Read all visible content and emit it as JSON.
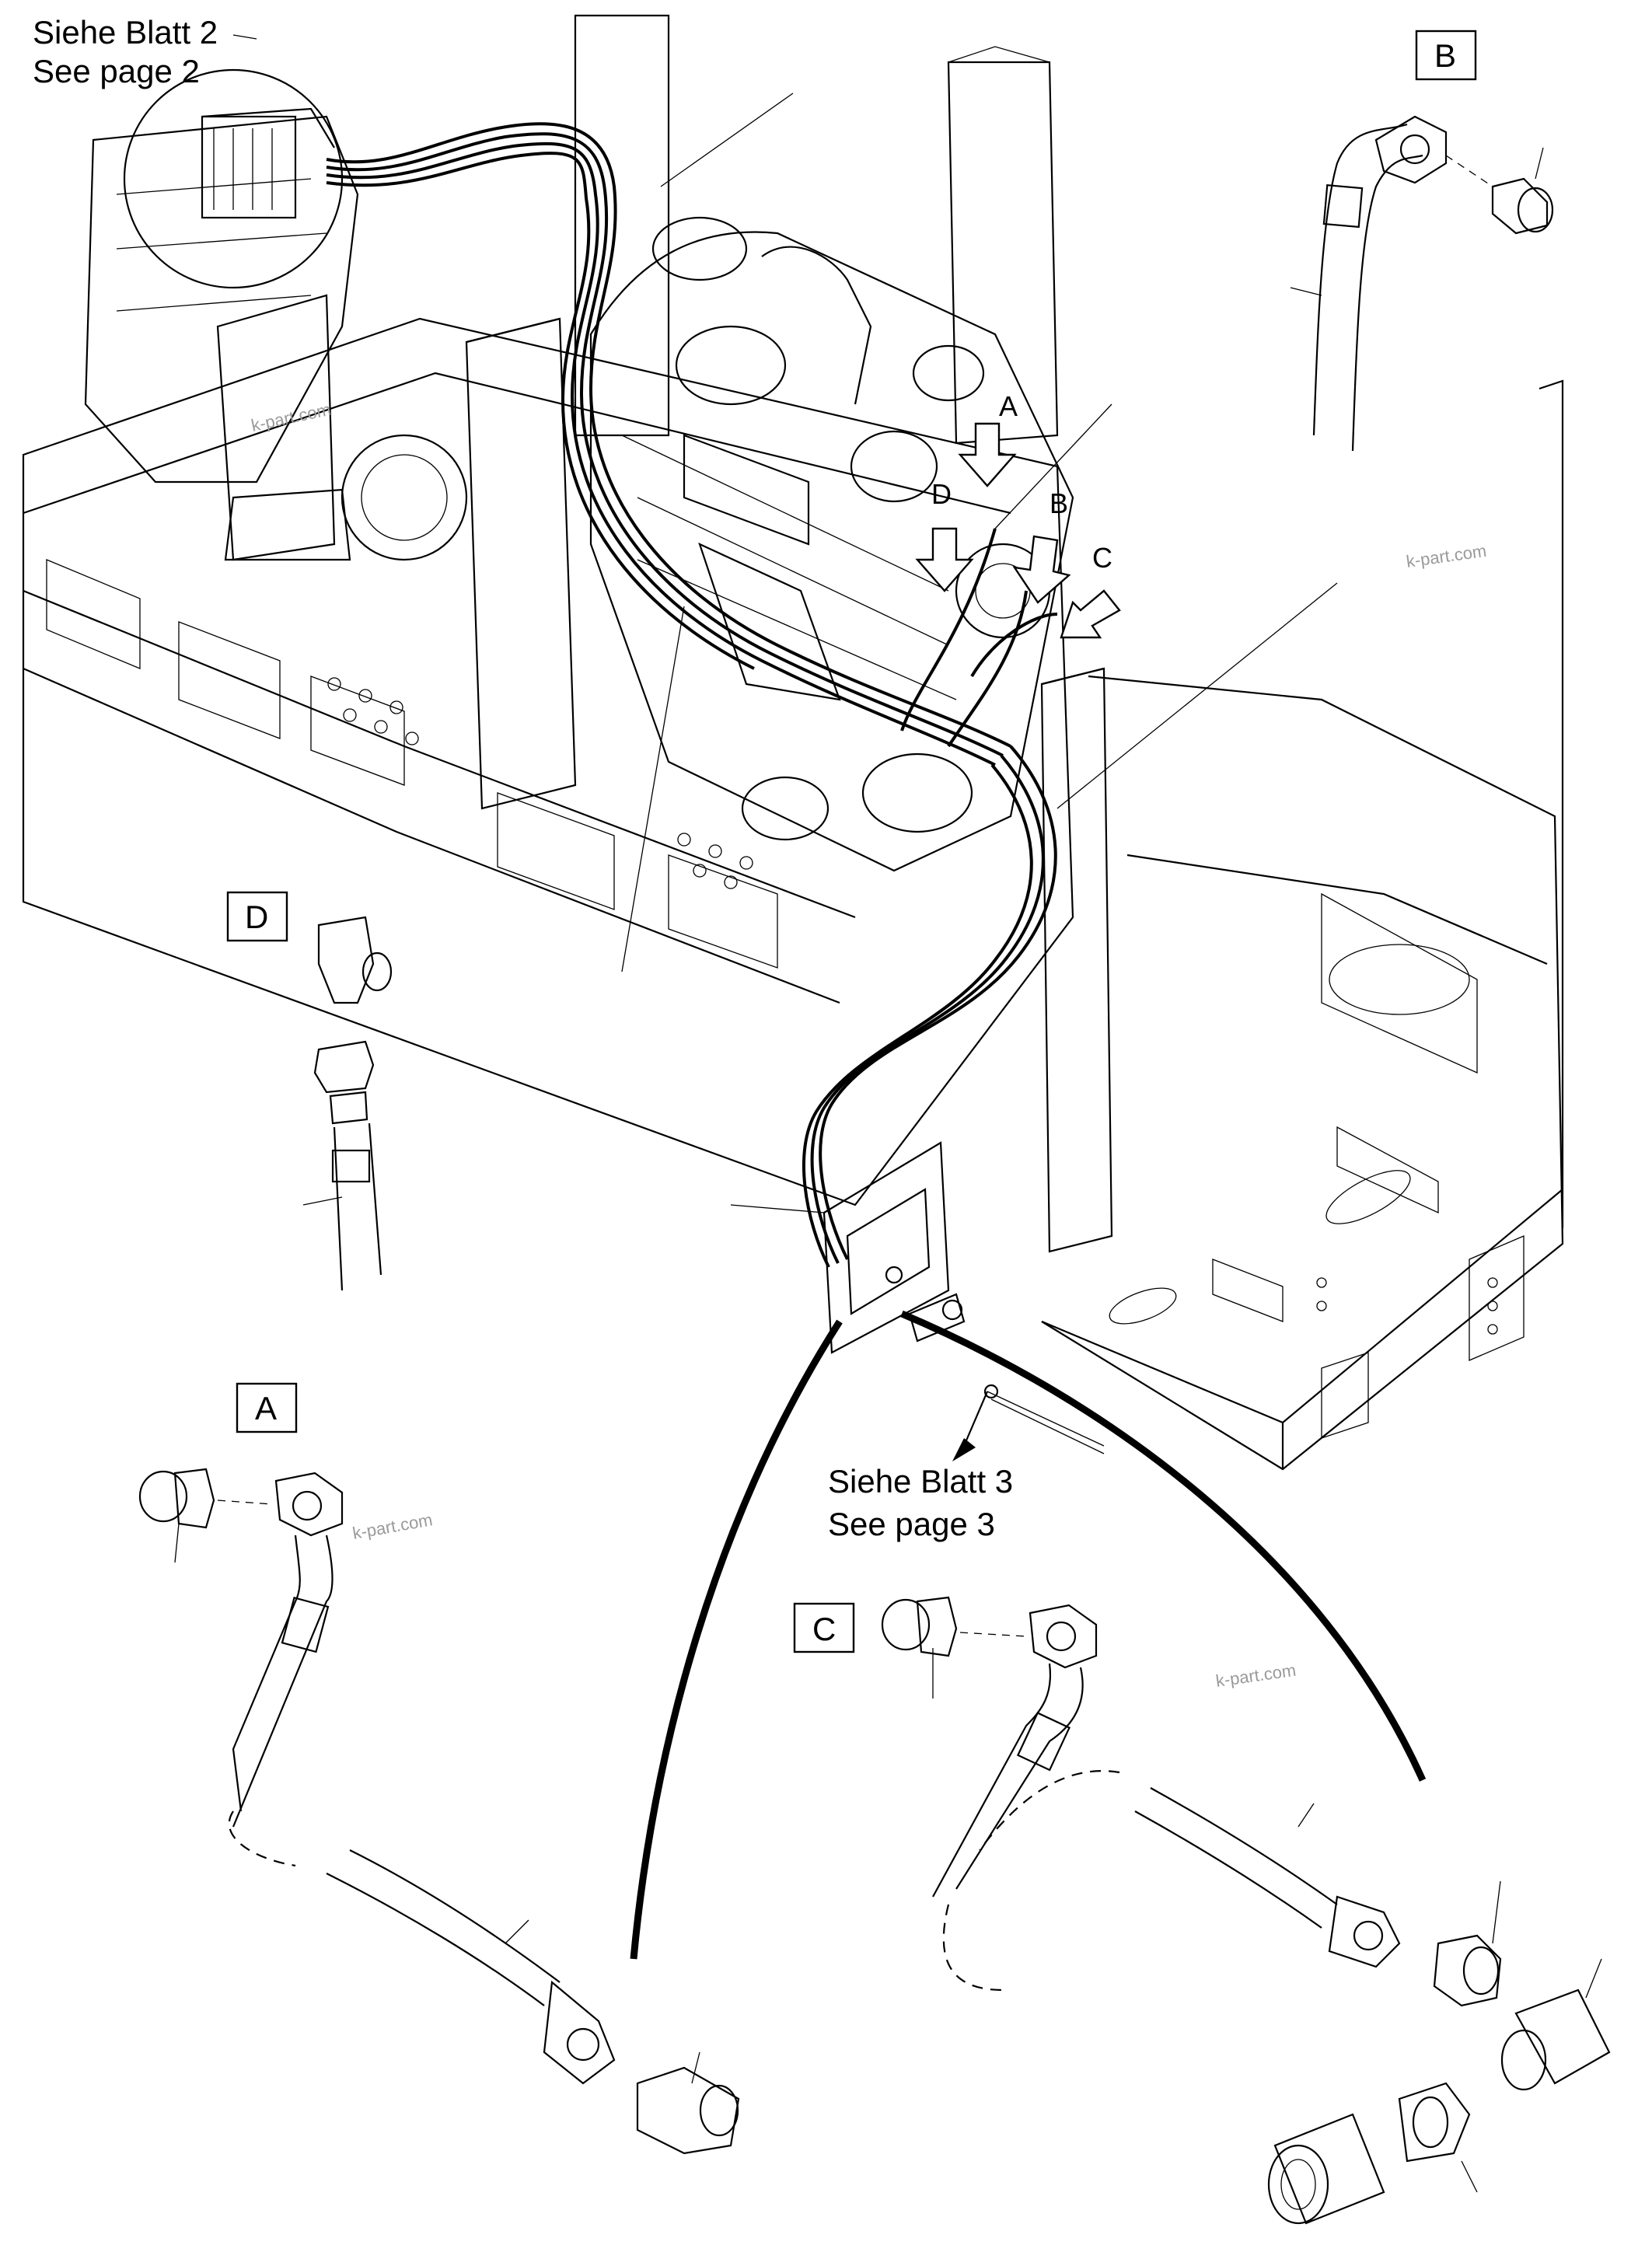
{
  "references": {
    "page2_de": "Siehe Blatt 2",
    "page2_en": "See page 2",
    "page3_de": "Siehe Blatt 3",
    "page3_en": "See page 3"
  },
  "markers": [
    "A",
    "B",
    "C",
    "D"
  ],
  "detail_boxes": {
    "A": "A",
    "B": "B",
    "C": "C",
    "D": "D"
  },
  "watermark": "k-part.com"
}
